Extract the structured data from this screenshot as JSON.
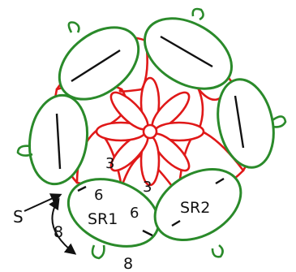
{
  "colors": {
    "outer_ring": "#2a8a2a",
    "inner_ring": "#e01818",
    "ink": "#111111",
    "background": "#ffffff"
  },
  "labels": {
    "sr1": "SR1",
    "sr2": "SR2",
    "start": "S",
    "count_left_top": "6",
    "count_right_top": "6",
    "count_arrow": "8",
    "count_bottom": "8",
    "count_chain_a": "3",
    "count_chain_b": "3"
  }
}
